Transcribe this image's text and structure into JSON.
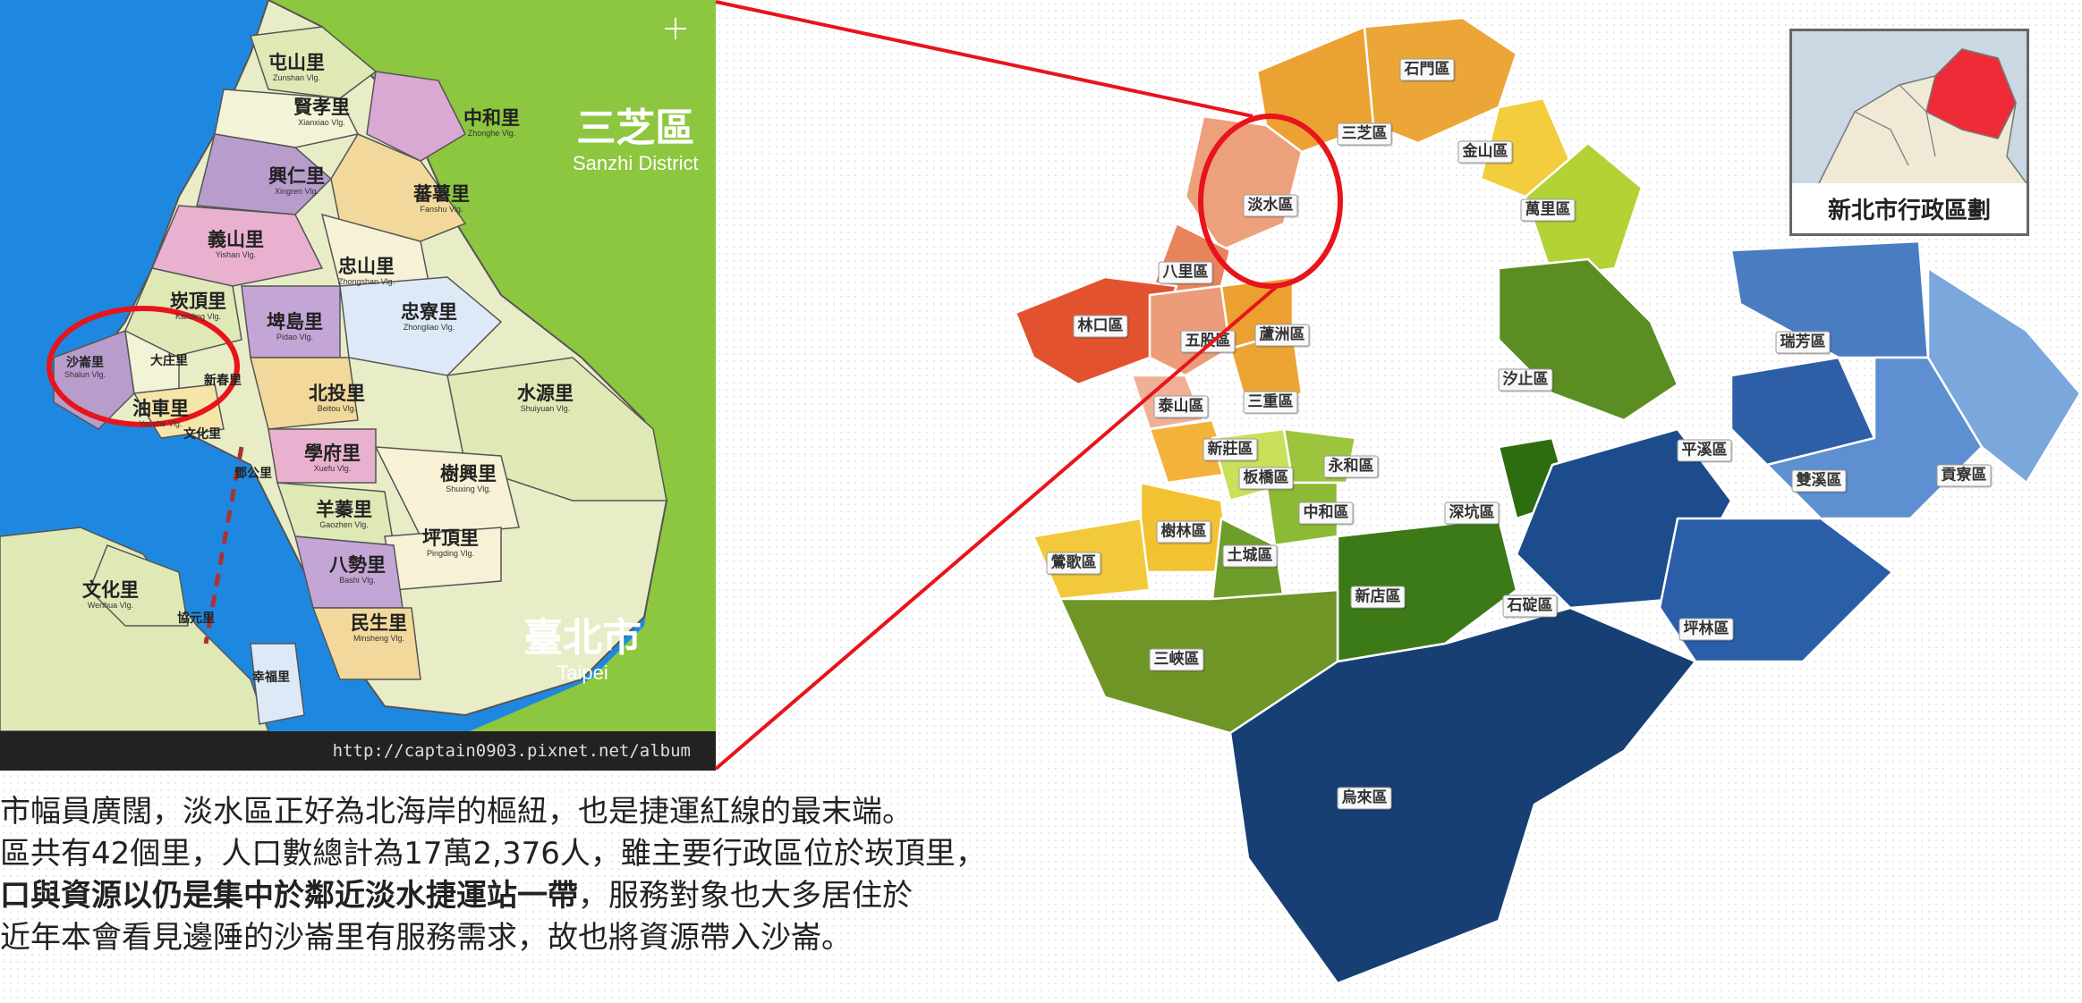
{
  "left_map": {
    "district_label": {
      "zh": "三芝區",
      "en": "Sanzhi District"
    },
    "city_label": {
      "zh": "臺北市",
      "en": "Taipei"
    },
    "url": "http://captain0903.pixnet.net/album",
    "villages": [
      {
        "zh": "屯山里",
        "en": "Zunshan Vlg."
      },
      {
        "zh": "賢孝里",
        "en": "Xianxiao Vlg."
      },
      {
        "zh": "中和里",
        "en": "Zhonghe Vlg."
      },
      {
        "zh": "興仁里",
        "en": "Xingren Vlg."
      },
      {
        "zh": "蕃薯里",
        "en": "Fanshu Vlg."
      },
      {
        "zh": "義山里",
        "en": "Yishan Vlg."
      },
      {
        "zh": "忠山里",
        "en": "Zhongshan Vlg."
      },
      {
        "zh": "崁頂里",
        "en": "Kanding Vlg."
      },
      {
        "zh": "埤島里",
        "en": "Pidao Vlg."
      },
      {
        "zh": "忠寮里",
        "en": "Zhongliao Vlg."
      },
      {
        "zh": "沙崙里",
        "en": "Shalun Vlg."
      },
      {
        "zh": "大庄里",
        "en": ""
      },
      {
        "zh": "新春里",
        "en": ""
      },
      {
        "zh": "油車里",
        "en": "Youche Vlg."
      },
      {
        "zh": "北投里",
        "en": "Beitou Vlg."
      },
      {
        "zh": "水源里",
        "en": "Shuiyuan Vlg."
      },
      {
        "zh": "學府里",
        "en": "Xuefu Vlg."
      },
      {
        "zh": "樹興里",
        "en": "Shuxing Vlg."
      },
      {
        "zh": "羊蓁里",
        "en": "Gaozhen Vlg."
      },
      {
        "zh": "坪頂里",
        "en": "Pingding Vlg."
      },
      {
        "zh": "八勢里",
        "en": "Bashi Vlg."
      },
      {
        "zh": "民生里",
        "en": "Minsheng Vlg."
      },
      {
        "zh": "文化里",
        "en": "Wenhua Vlg."
      },
      {
        "zh": "協元里",
        "en": ""
      },
      {
        "zh": "幸福里",
        "en": ""
      },
      {
        "zh": "文化里",
        "en": ""
      },
      {
        "zh": "鄧公里",
        "en": ""
      }
    ]
  },
  "right_map": {
    "districts": [
      {
        "name": "石門區",
        "color": "#eba637"
      },
      {
        "name": "三芝區",
        "color": "#eca232"
      },
      {
        "name": "金山區",
        "color": "#f3cd3b"
      },
      {
        "name": "淡水區",
        "color": "#eda07c"
      },
      {
        "name": "萬里區",
        "color": "#b2d235"
      },
      {
        "name": "八里區",
        "color": "#e8845c"
      },
      {
        "name": "林口區",
        "color": "#e2522e"
      },
      {
        "name": "五股區",
        "color": "#ec9c79"
      },
      {
        "name": "蘆洲區",
        "color": "#eba030"
      },
      {
        "name": "汐止區",
        "color": "#5b8d22"
      },
      {
        "name": "泰山區",
        "color": "#f1b096"
      },
      {
        "name": "三重區",
        "color": "#eca534"
      },
      {
        "name": "新莊區",
        "color": "#f3b23a"
      },
      {
        "name": "瑞芳區",
        "color": "#4a7cc1"
      },
      {
        "name": "板橋區",
        "color": "#c8e05a"
      },
      {
        "name": "永和區",
        "color": "#9cc43c"
      },
      {
        "name": "平溪區",
        "color": "#2e5ea6"
      },
      {
        "name": "雙溪區",
        "color": "#5e8fd0"
      },
      {
        "name": "貢寮區",
        "color": "#7aa7dc"
      },
      {
        "name": "中和區",
        "color": "#8cba35"
      },
      {
        "name": "深坑區",
        "color": "#2d6d10"
      },
      {
        "name": "樹林區",
        "color": "#f3c233"
      },
      {
        "name": "鶯歌區",
        "color": "#f2c93a"
      },
      {
        "name": "土城區",
        "color": "#6d9d2a"
      },
      {
        "name": "新店區",
        "color": "#3c7a18"
      },
      {
        "name": "石碇區",
        "color": "#1d4c8c"
      },
      {
        "name": "坪林區",
        "color": "#2a5ea8"
      },
      {
        "name": "三峽區",
        "color": "#6f9526"
      },
      {
        "name": "烏來區",
        "color": "#173f74"
      }
    ]
  },
  "inset": {
    "title": "新北市行政區劃"
  },
  "caption": {
    "line1": "市幅員廣闊，淡水區正好為北海岸的樞紐，也是捷運紅線的最末端。",
    "line2": "區共有42個里，人口數總計為17萬2,376人，雖主要行政區位於崁頂里，",
    "line3_bold": "口與資源以仍是集中於鄰近淡水捷運站一帶",
    "line3_rest": "，服務對象也大多居住於",
    "line4": "近年本會看見邊陲的沙崙里有服務需求，故也將資源帶入沙崙。"
  },
  "colors": {
    "highlight": "#e8141c",
    "sea": "#1e88e0",
    "land": "#8dc63f"
  }
}
